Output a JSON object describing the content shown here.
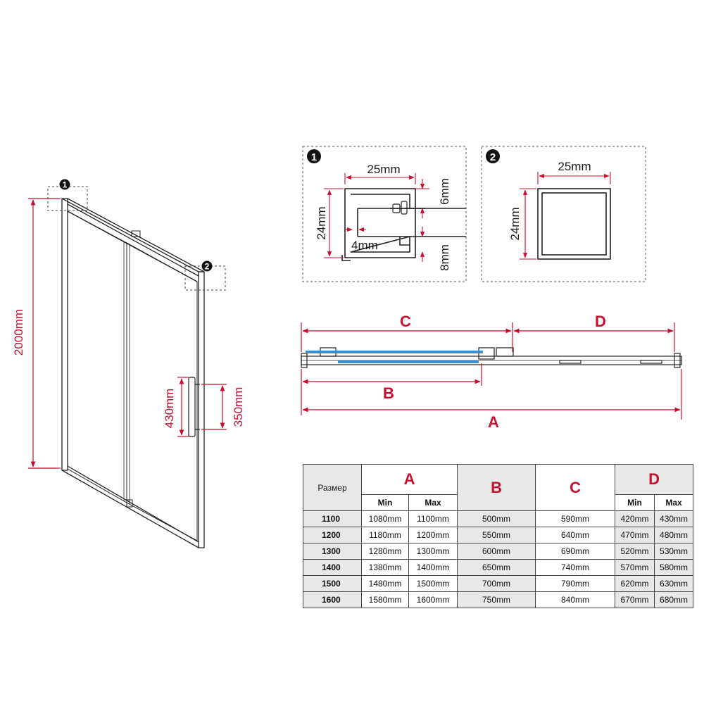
{
  "markers": {
    "detail_1": "1",
    "detail_2": "2"
  },
  "elevation": {
    "height_label": "2000mm",
    "handle_height_label": "430mm",
    "handle_spacing_label": "350mm"
  },
  "detail_1": {
    "width_label": "25mm",
    "height_label": "24mm",
    "gap_top_label": "6mm",
    "gap_inner_label": "4mm",
    "gap_bottom_label": "8mm"
  },
  "detail_2": {
    "width_label": "25mm",
    "height_label": "24mm"
  },
  "plan": {
    "label_a": "A",
    "label_b": "B",
    "label_c": "C",
    "label_d": "D"
  },
  "colors": {
    "dimension": "#c8102e",
    "glass": "#3a8fd0",
    "frame": "#222222",
    "table_header_fill": "#e8e8e8"
  },
  "table": {
    "size_header": "Размер",
    "col_a": "A",
    "col_b": "B",
    "col_c": "C",
    "col_d": "D",
    "min_label": "Min",
    "max_label": "Max",
    "rows": [
      {
        "size": "1100",
        "a_min": "1080mm",
        "a_max": "1100mm",
        "b": "500mm",
        "c": "590mm",
        "d_min": "420mm",
        "d_max": "430mm"
      },
      {
        "size": "1200",
        "a_min": "1180mm",
        "a_max": "1200mm",
        "b": "550mm",
        "c": "640mm",
        "d_min": "470mm",
        "d_max": "480mm"
      },
      {
        "size": "1300",
        "a_min": "1280mm",
        "a_max": "1300mm",
        "b": "600mm",
        "c": "690mm",
        "d_min": "520mm",
        "d_max": "530mm"
      },
      {
        "size": "1400",
        "a_min": "1380mm",
        "a_max": "1400mm",
        "b": "650mm",
        "c": "740mm",
        "d_min": "570mm",
        "d_max": "580mm"
      },
      {
        "size": "1500",
        "a_min": "1480mm",
        "a_max": "1500mm",
        "b": "700mm",
        "c": "790mm",
        "d_min": "620mm",
        "d_max": "630mm"
      },
      {
        "size": "1600",
        "a_min": "1580mm",
        "a_max": "1600mm",
        "b": "750mm",
        "c": "840mm",
        "d_min": "670mm",
        "d_max": "680mm"
      }
    ]
  }
}
